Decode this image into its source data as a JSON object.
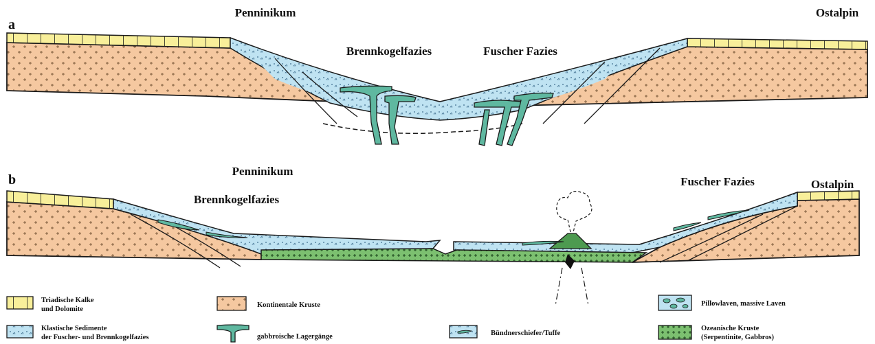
{
  "panel_a": {
    "letter": "a",
    "labels": {
      "penninikum": "Penninikum",
      "ostalpin": "Ostalpin",
      "brennkogel": "Brennkogelfazies",
      "fuscher": "Fuscher Fazies"
    }
  },
  "panel_b": {
    "letter": "b",
    "labels": {
      "penninikum": "Penninikum",
      "ostalpin": "Ostalpin",
      "brennkogel": "Brennkogelfazies",
      "fuscher": "Fuscher Fazies"
    }
  },
  "legend": {
    "triassic": [
      "Triadische Kalke",
      "und Dolomite"
    ],
    "clastic": [
      "Klastische Sedimente",
      "der Fuscher- und Brennkogelfazies"
    ],
    "continental": "Kontinentale Kruste",
    "gabbro": "gabbroische Lagergänge",
    "buendner": "Bündnerschiefer/Tuffe",
    "pillow": "Pillowlaven, massive Laven",
    "oceanic": [
      "Ozeanische Kruste",
      "(Serpentinite, Gabbros)"
    ]
  },
  "colors": {
    "triassic": "#f8ef9a",
    "continental": "#f5c8a0",
    "sediment": "#bfe3f2",
    "gabbro": "#5fb8a0",
    "oceanic": "#7cc070",
    "outline": "#1a1a1a"
  }
}
